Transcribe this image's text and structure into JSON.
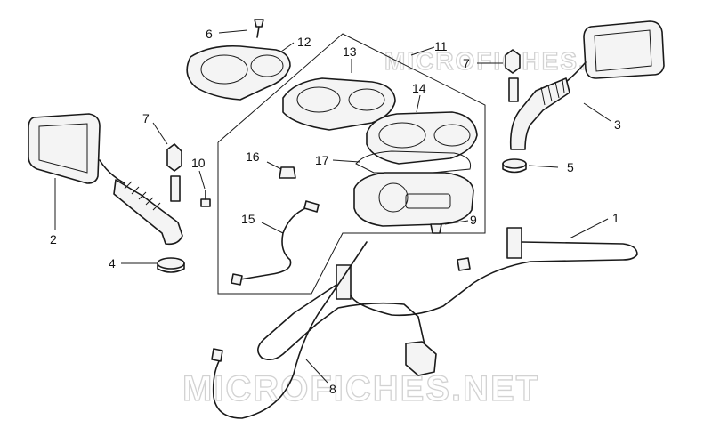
{
  "watermark": "MICROFICHES.NET",
  "callouts": {
    "c1": "1",
    "c2": "2",
    "c3": "3",
    "c4": "4",
    "c5": "5",
    "c6": "6",
    "c7a": "7",
    "c7b": "7",
    "c8": "8",
    "c9": "9",
    "c10": "10",
    "c11": "11",
    "c12": "12",
    "c13": "13",
    "c14": "14",
    "c15": "15",
    "c16": "16",
    "c17": "17"
  },
  "colors": {
    "line": "#1a1a1a",
    "watermark": "#d2d2d2",
    "background": "#ffffff"
  }
}
